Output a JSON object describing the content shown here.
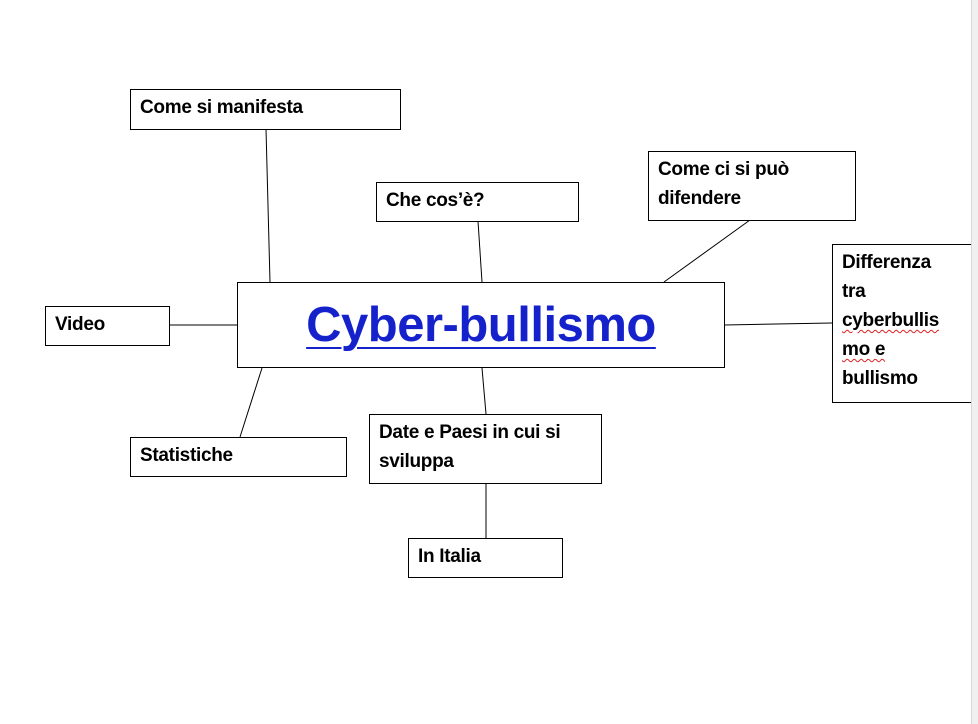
{
  "diagram": {
    "central_topic": "Cyber-bullismo",
    "nodes": {
      "come_si_manifesta": "Come si manifesta",
      "che_cose": "Che cos’è?",
      "come_difendere": "Come ci si può difendere",
      "differenza": [
        "Differenza",
        "tra",
        "cyberbullis",
        "mo e",
        "bullismo"
      ],
      "video": "Video",
      "statistiche": "Statistiche",
      "date_paesi": "Date e Paesi in cui si sviluppa",
      "in_italia": "In Italia"
    }
  },
  "colors": {
    "title": "#1522cc",
    "border": "#000000",
    "spellcheck_underline": "#dd2222"
  }
}
